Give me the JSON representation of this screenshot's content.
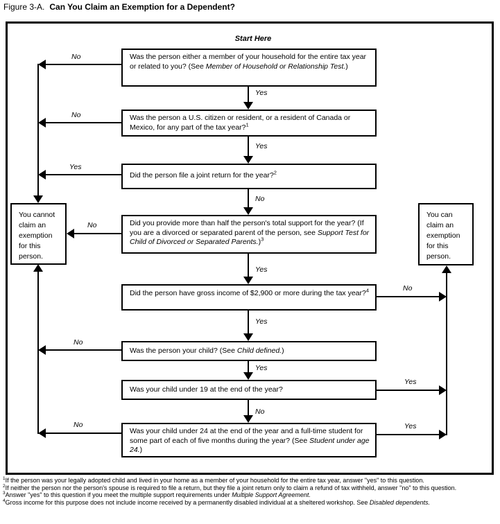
{
  "title": {
    "prefix": "Figure 3-A.",
    "main": "Can You Claim an Exemption for a Dependent?"
  },
  "start_label": "Start Here",
  "boxes": {
    "q1": {
      "segments": [
        {
          "t": "Was the person either a member of your household for the entire tax year or related to you? (See "
        },
        {
          "t": "Member of Household or Relationship Test.",
          "i": 1
        },
        {
          "t": ")"
        }
      ]
    },
    "q2": {
      "segments": [
        {
          "t": "Was the person a U.S. citizen or resident, or a resident of Canada or Mexico, for any part of the tax year?"
        },
        {
          "t": "1",
          "s": 1
        }
      ]
    },
    "q3": {
      "segments": [
        {
          "t": "Did the person file a joint return for the year?"
        },
        {
          "t": "2",
          "s": 1
        }
      ]
    },
    "q4": {
      "segments": [
        {
          "t": "Did you provide more than half the person's total support for the year? (If you are a divorced or separated parent of the person, see "
        },
        {
          "t": "Support Test for Child of Divorced or Separated Parents.",
          "i": 1
        },
        {
          "t": ")"
        },
        {
          "t": "3",
          "s": 1
        }
      ]
    },
    "q5": {
      "segments": [
        {
          "t": "Did the person have gross income of $2,900 or more during the tax year?"
        },
        {
          "t": "4",
          "s": 1
        }
      ]
    },
    "q6": {
      "segments": [
        {
          "t": "Was the person your child? (See "
        },
        {
          "t": "Child defined.",
          "i": 1
        },
        {
          "t": ")"
        }
      ]
    },
    "q7": {
      "segments": [
        {
          "t": "Was your child under 19 at the end of the year?"
        }
      ]
    },
    "q8": {
      "segments": [
        {
          "t": "Was your child under 24 at the end of the year and a full-time student for some part of each of five months during the year? (See "
        },
        {
          "t": "Student under age 24.",
          "i": 1
        },
        {
          "t": ")"
        }
      ]
    },
    "cannot": {
      "text": "You cannot claim an exemption for this person."
    },
    "can": {
      "text": "You can claim an exemption for this person."
    }
  },
  "edges": {
    "q1_no": "No",
    "q1_yes": "Yes",
    "q2_no": "No",
    "q2_yes": "Yes",
    "q3_yes": "Yes",
    "q3_no": "No",
    "q4_no": "No",
    "q4_yes": "Yes",
    "q5_no": "No",
    "q5_yes": "Yes",
    "q6_no": "No",
    "q6_yes": "Yes",
    "q7_yes": "Yes",
    "q7_no": "No",
    "q8_no": "No",
    "q8_yes": "Yes"
  },
  "footnotes": [
    {
      "segments": [
        {
          "t": "1",
          "s": 1
        },
        {
          "t": "If the person was your legally adopted child and lived in your home as a member of your household for the entire tax year, answer \"yes\" to this question."
        }
      ]
    },
    {
      "segments": [
        {
          "t": "2",
          "s": 1
        },
        {
          "t": "If neither the person nor the person's spouse is required to file a return, but they file a joint return only to claim a refund of tax withheld, answer \"no\" to this question."
        }
      ]
    },
    {
      "segments": [
        {
          "t": "3",
          "s": 1
        },
        {
          "t": "Answer \"yes\" to this question if you meet the multiple support requirements under "
        },
        {
          "t": "Multiple Support Agreement.",
          "i": 1
        }
      ]
    },
    {
      "segments": [
        {
          "t": "4",
          "s": 1
        },
        {
          "t": "Gross income for this purpose does not include income received by a permanently disabled individual at a sheltered workshop. See "
        },
        {
          "t": "Disabled dependents.",
          "i": 1
        }
      ]
    }
  ]
}
